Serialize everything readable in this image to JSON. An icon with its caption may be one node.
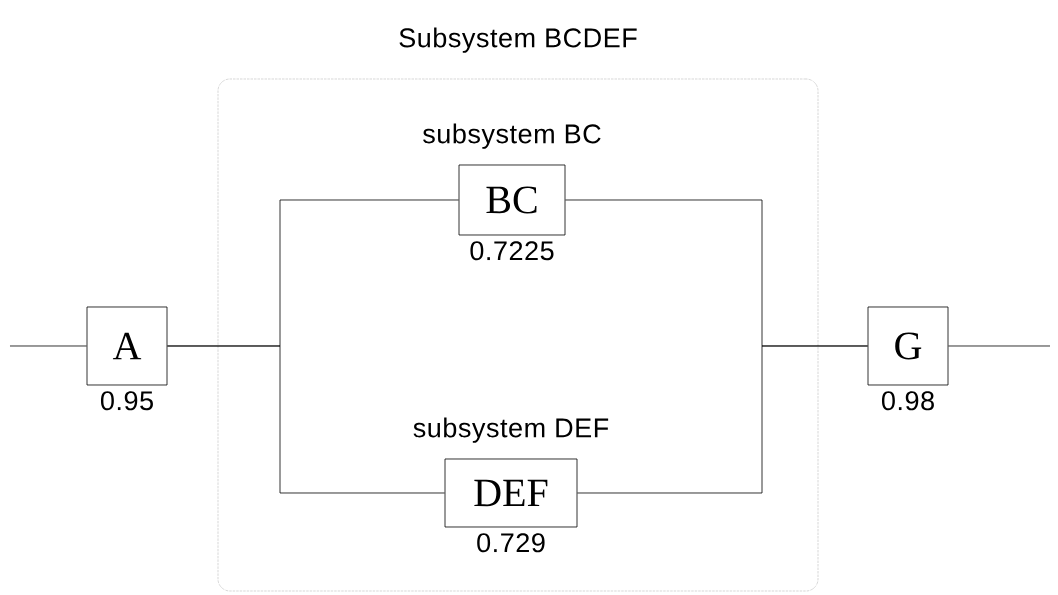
{
  "diagram": {
    "nodes": [
      {
        "text": [
          "Subsystem  BCDEF"
        ]
      },
      {
        "text": [
          "A"
        ],
        "beside": [
          "0.95"
        ]
      },
      {
        "text": [
          "subsystem  BC",
          "BC"
        ],
        "beside": [
          "0.7225"
        ],
        "in": 0
      },
      {
        "text": [
          "subsystem  DEF",
          "DEF"
        ],
        "beside": [
          "0.729"
        ],
        "in": 0
      },
      {
        "text": [
          "G"
        ],
        "beside": [
          "0.98"
        ]
      }
    ],
    "edges": [
      {
        "from": null,
        "to": 1,
        "arrow": "none"
      },
      {
        "from": 1,
        "to": 2,
        "arrow": "none"
      },
      {
        "from": 1,
        "to": 3,
        "arrow": "none"
      },
      {
        "from": 2,
        "to": 4,
        "arrow": "none"
      },
      {
        "from": 3,
        "to": 4,
        "arrow": "none"
      },
      {
        "from": 4,
        "to": null,
        "arrow": "none"
      }
    ]
  }
}
